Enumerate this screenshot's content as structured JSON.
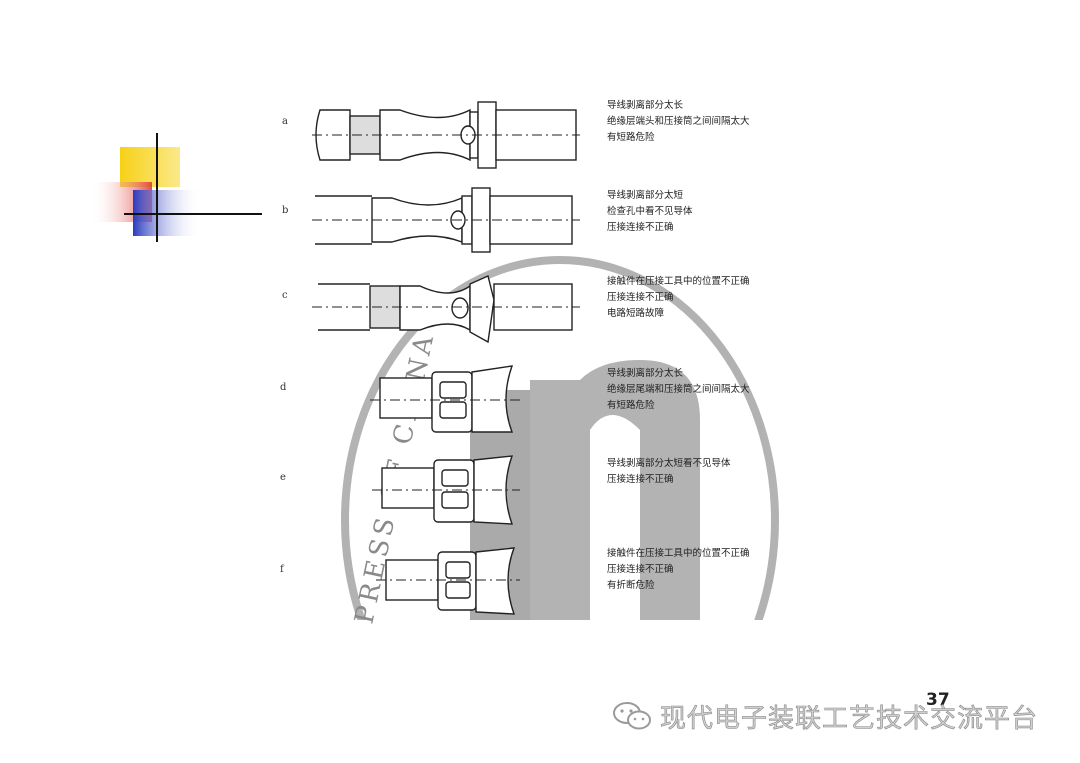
{
  "rows": [
    {
      "letter": "a",
      "notes": [
        "导线剥离部分太长",
        "绝缘层端头和压接筒之间间隔太大",
        "有短路危险"
      ]
    },
    {
      "letter": "b",
      "notes": [
        "导线剥离部分太短",
        "检查孔中看不见导体",
        "压接连接不正确"
      ]
    },
    {
      "letter": "c",
      "notes": [
        "接触件在压接工具中的位置不正确",
        "压接连接不正确",
        "电路短路故障"
      ]
    },
    {
      "letter": "d",
      "notes": [
        "导线剥离部分太长",
        "绝缘层尾端和压接筒之间间隔太大",
        "有短路危险"
      ]
    },
    {
      "letter": "e",
      "notes": [
        "导线剥离部分太短看不见导体",
        "压接连接不正确"
      ]
    },
    {
      "letter": "f",
      "notes": [
        "接触件在压接工具中的位置不正确",
        "压接连接不正确",
        "有折断危险"
      ]
    }
  ],
  "stamp_text": "PRESS OF CHINA",
  "page_number": "37",
  "watermark": {
    "icon": "wechat-icon",
    "text": "现代电子装联工艺技术交流平台"
  },
  "colors": {
    "yellow": "#f7d117",
    "red": "#e03a3a",
    "blue": "#2a3bbf"
  }
}
